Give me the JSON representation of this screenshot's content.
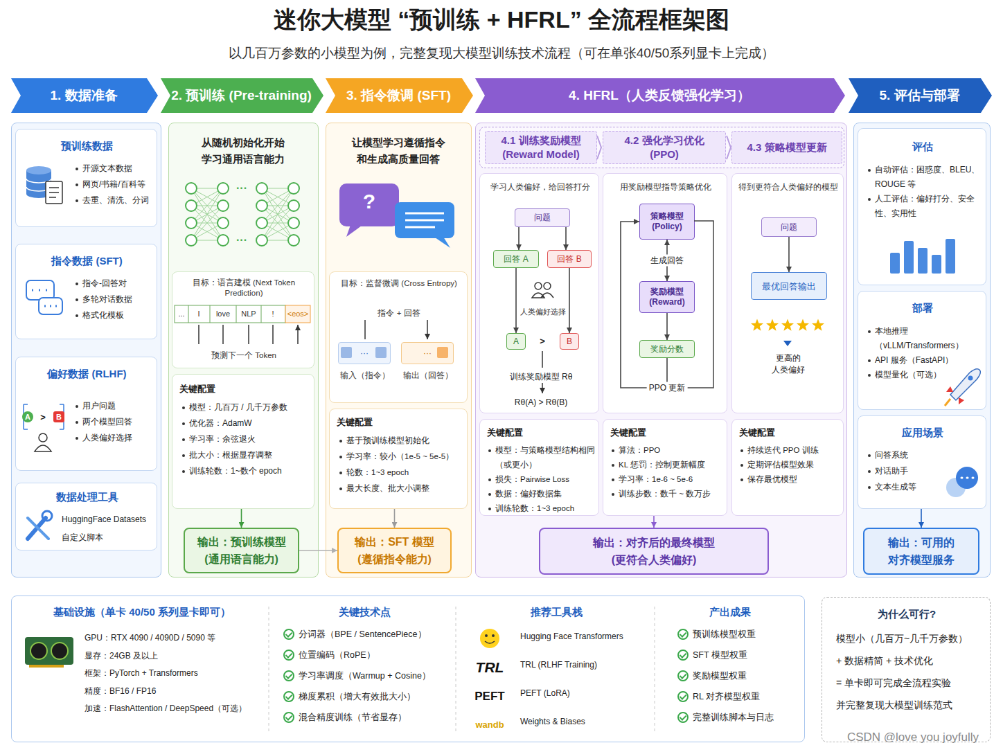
{
  "diagram": {
    "title": "迷你大模型 “预训练 + HFRL” 全流程框架图",
    "caption": "以几百万参数的小模型为例，完整复现大模型训练技术流程（可在单张40/50系列显卡上完成）",
    "nodes": [
      {
        "text": [
          "1. 数据准备"
        ]
      },
      {
        "text": [
          "2. 预训练 (Pre-training)"
        ]
      },
      {
        "text": [
          "3. 指令微调 (SFT)"
        ]
      },
      {
        "text": [
          "4. HFRL（人类反馈强化学习）"
        ]
      },
      {
        "text": [
          "5. 评估与部署"
        ]
      },
      {
        "text": [
          "预训练数据",
          "开源文本数据",
          "网页/书籍/百科等",
          "去重、清洗、分词"
        ]
      },
      {
        "text": [
          "指令数据 (SFT)",
          "指令-回答对",
          "多轮对话数据",
          "格式化模板"
        ]
      },
      {
        "text": [
          "偏好数据 (RLHF)",
          "用户问题",
          "两个模型回答",
          "人类偏好选择"
        ]
      },
      {
        "text": [
          "数据处理工具",
          "HuggingFace Datasets",
          "自定义脚本"
        ]
      },
      {
        "text": [
          "从随机初始化开始 学习通用语言能力"
        ]
      },
      {
        "text": [
          "目标：语言建模 (Next Token Prediction)",
          "预测下一个 Token"
        ]
      },
      {
        "text": [
          "关键配置",
          "模型：几百万 / 几千万参数",
          "优化器：AdamW",
          "学习率：余弦退火",
          "批大小：根据显存调整",
          "训练轮数：1~数个 epoch"
        ]
      },
      {
        "text": [
          "输出：预训练模型 (通用语言能力)"
        ]
      },
      {
        "text": [
          "让模型学习遵循指令 和生成高质量回答"
        ]
      },
      {
        "text": [
          "目标：监督微调 (Cross Entropy)",
          "指令 + 回答"
        ]
      },
      {
        "text": [
          "···",
          "输入（指令）"
        ],
        "in": 14
      },
      {
        "text": [
          "···",
          "输出（回答）"
        ],
        "in": 14
      },
      {
        "text": [
          "关键配置",
          "基于预训练模型初始化",
          "学习率：较小（1e-5 ~ 5e-5）",
          "轮数：1~3 epoch",
          "最大长度、批大小调整"
        ]
      },
      {
        "text": [
          "输出：SFT 模型 (遵循指令能力)"
        ]
      },
      {
        "text": [
          "4.1 训练奖励模型 (Reward Model)"
        ]
      },
      {
        "text": [
          "4.2 强化学习优化 (PPO)"
        ]
      },
      {
        "text": [
          "4.3 策略模型更新"
        ]
      },
      {
        "text": [
          "学习人类偏好，给回答打分",
          "人类偏好选择",
          "训练奖励模型 Rθ",
          "Rθ(A) > Rθ(B)"
        ]
      },
      {
        "text": [
          "问题"
        ],
        "in": 22
      },
      {
        "text": [
          "回答 A"
        ],
        "in": 22
      },
      {
        "text": [
          "回答 B"
        ],
        "in": 22
      },
      {
        "text": [
          "A"
        ],
        "in": 22
      },
      {
        "text": [
          "B"
        ],
        "in": 22
      },
      {
        "text": [
          "用奖励模型指导策略优化"
        ]
      },
      {
        "text": [
          "策略模型 (Policy)"
        ],
        "in": 28
      },
      {
        "text": [
          "奖励模型 (Reward)"
        ],
        "in": 28
      },
      {
        "text": [
          "奖励分数"
        ],
        "in": 28
      },
      {
        "text": [
          "得到更符合人类偏好的模型",
          "更高的 人类偏好"
        ]
      },
      {
        "text": [
          "问题"
        ],
        "in": 32
      },
      {
        "text": [
          "最优回答输出"
        ],
        "in": 32
      },
      {
        "text": [
          "关键配置",
          "模型：与策略模型结构相同（或更小）",
          "损失：Pairwise Loss",
          "数据：偏好数据集",
          "训练轮数：1~3 epoch"
        ]
      },
      {
        "text": [
          "关键配置",
          "算法：PPO",
          "KL 惩罚：控制更新幅度",
          "学习率：1e-6 ~ 5e-6",
          "训练步数：数千 ~ 数万步"
        ]
      },
      {
        "text": [
          "关键配置",
          "持续迭代 PPO 训练",
          "定期评估模型效果",
          "保存最优模型"
        ]
      },
      {
        "text": [
          "输出：对齐后的最终模型 (更符合人类偏好)"
        ]
      },
      {
        "text": [
          "评估",
          "自动评估：困惑度、BLEU、ROUGE 等",
          "人工评估：偏好打分、安全性、实用性"
        ]
      },
      {
        "text": [
          "部署",
          "本地推理（vLLM/Transformers）",
          "API 服务（FastAPI）",
          "模型量化（可选）"
        ]
      },
      {
        "text": [
          "应用场景",
          "问答系统",
          "对话助手",
          "文本生成等"
        ]
      },
      {
        "text": [
          "输出：可用的 对齐模型服务"
        ]
      },
      {
        "text": [
          "基础设施（单卡 40/50 系列显卡即可）",
          "GPU：RTX 4090 / 4090D / 5090 等",
          "显存：24GB 及以上",
          "框架：PyTorch + Transformers",
          "精度：BF16 / FP16",
          "加速：FlashAttention / DeepSpeed（可选）"
        ]
      },
      {
        "text": [
          "关键技术点",
          "分词器（BPE / SentencePiece）",
          "位置编码（RoPE）",
          "学习率调度（Warmup + Cosine）",
          "梯度累积（增大有效批大小）",
          "混合精度训练（节省显存）"
        ]
      },
      {
        "text": [
          "推荐工具栈",
          "Hugging Face Transformers",
          "TRL (RLHF Training)",
          "PEFT (LoRA)",
          "Weights & Biases"
        ]
      },
      {
        "text": [
          "产出成果",
          "预训练模型权重",
          "SFT 模型权重",
          "奖励模型权重",
          "RL 对齐模型权重",
          "完整训练脚本与日志"
        ]
      },
      {
        "text": [
          "为什么可行?",
          "模型小（几百万~几千万参数）",
          "+ 数据精简 + 技术优化",
          "= 单卡即可完成全流程实验",
          "并完整复现大模型训练范式"
        ]
      }
    ],
    "edges": [
      {
        "from": 11,
        "to": 12,
        "arrow": "to"
      },
      {
        "from": 12,
        "to": 18,
        "arrow": "to"
      },
      {
        "from": 17,
        "to": 18,
        "arrow": "to"
      },
      {
        "from": 36,
        "to": 38,
        "arrow": "to"
      },
      {
        "from": 41,
        "to": 42,
        "arrow": "to"
      },
      {
        "from": 23,
        "to": 24,
        "arrow": "to"
      },
      {
        "from": 23,
        "to": 25,
        "arrow": "to"
      },
      {
        "from": 24,
        "to": 26,
        "arrow": "to"
      },
      {
        "from": 25,
        "to": 27,
        "arrow": "to"
      },
      {
        "from": 29,
        "to": 30,
        "arrow": "both",
        "label": "生成回答"
      },
      {
        "from": 30,
        "to": 31,
        "arrow": "to"
      },
      {
        "from": 31,
        "to": 29,
        "arrow": "to",
        "label": "PPO 更新"
      },
      {
        "from": 33,
        "to": 34,
        "arrow": "to"
      }
    ],
    "labels": [
      "···",
      "···",
      "...",
      "I",
      "love",
      "NLP",
      "!",
      "<eos>",
      "A",
      ">",
      "B",
      "?",
      ">",
      "TRL",
      "PEFT",
      "wandb",
      "CSDN @love you joyfully"
    ]
  }
}
